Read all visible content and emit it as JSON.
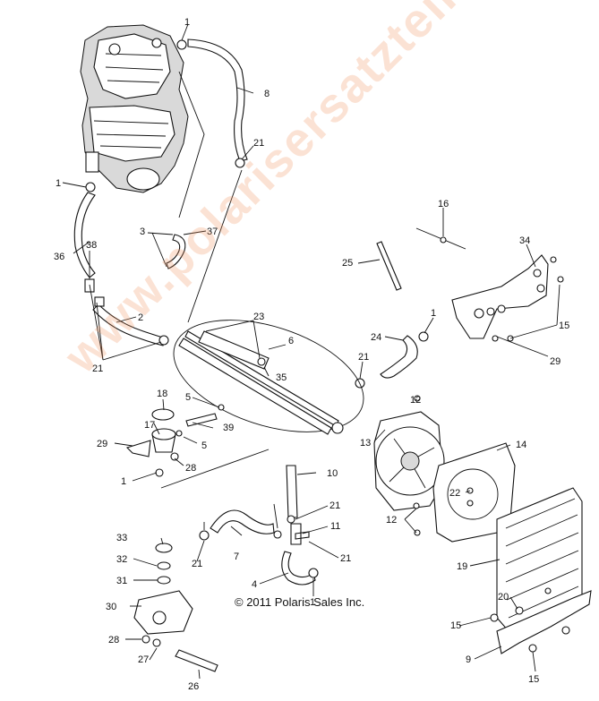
{
  "copyright": "© 2011 Polaris Sales Inc.",
  "watermark": "www.polarisersatzteile.de",
  "callouts": [
    "1",
    "8",
    "21",
    "1",
    "3",
    "37",
    "36",
    "38",
    "2",
    "21",
    "16",
    "25",
    "34",
    "23",
    "6",
    "35",
    "21",
    "1",
    "24",
    "15",
    "29",
    "5",
    "18",
    "39",
    "17",
    "29",
    "5",
    "28",
    "1",
    "12",
    "13",
    "14",
    "22",
    "10",
    "21",
    "11",
    "21",
    "12",
    "19",
    "33",
    "32",
    "31",
    "30",
    "28",
    "27",
    "26",
    "7",
    "21",
    "4",
    "1",
    "20",
    "15",
    "9",
    "15"
  ]
}
